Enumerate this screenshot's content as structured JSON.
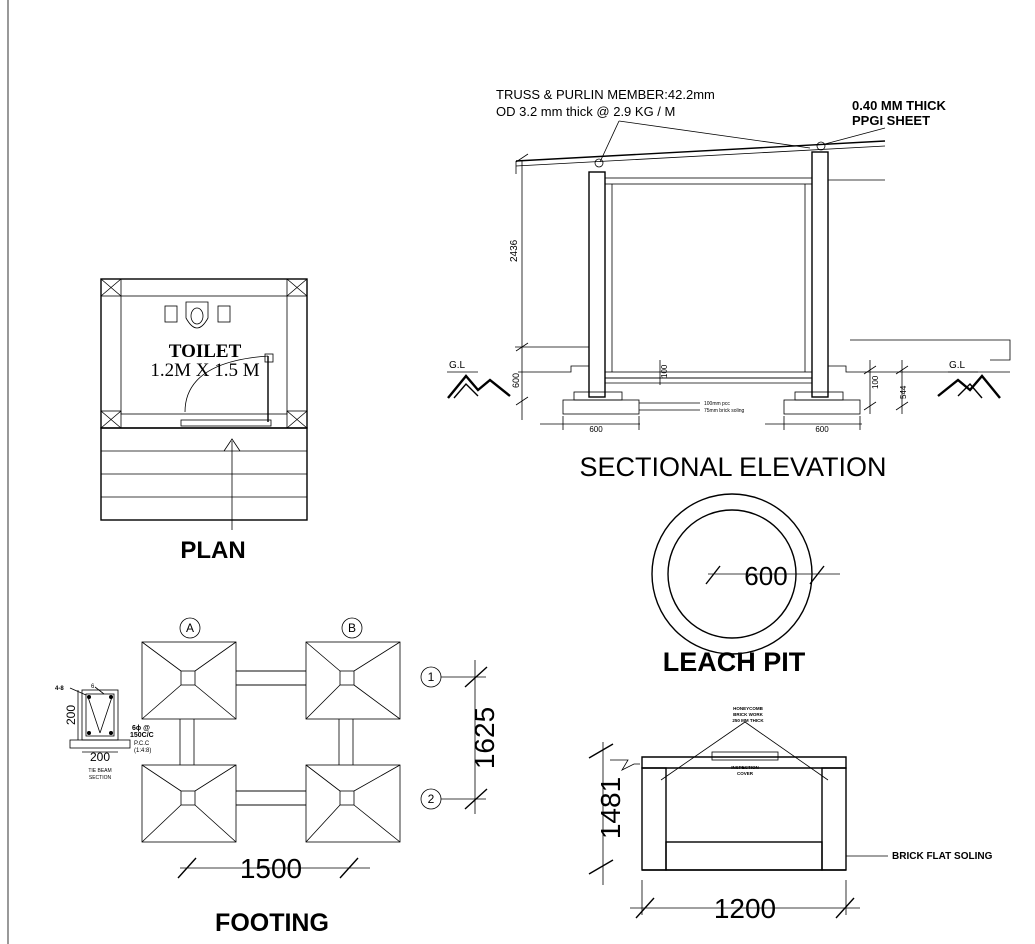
{
  "plan": {
    "title": "PLAN",
    "room_name": "TOILET",
    "room_size": "1.2M X 1.5 M"
  },
  "section": {
    "title": "SECTIONAL ELEVATION",
    "truss_note_1": "TRUSS & PURLIN MEMBER:42.2mm",
    "truss_note_2": "OD 3.2 mm thick @ 2.9 KG / M",
    "sheet_note_1": "0.40 MM THICK",
    "sheet_note_2": "PPGI SHEET",
    "gl_left": "G.L",
    "gl_right": "G.L",
    "dim_height": "2436",
    "dim_plinth": "600",
    "dim_floor": "100",
    "dim_right_1": "100",
    "dim_right_2": "544",
    "dim_footing_left": "600",
    "dim_footing_right": "600",
    "pcc_note": "100mm pcc",
    "soling_note": "75mm brick soling"
  },
  "leach_pit": {
    "title": "LEACH PIT",
    "diameter": "600"
  },
  "footing": {
    "title": "FOOTING",
    "grid_a": "A",
    "grid_b": "B",
    "grid_1": "1",
    "grid_2": "2",
    "dim_horizontal": "1500",
    "dim_vertical": "1625",
    "beam_bars": "4-8",
    "beam_stirrup_top": "6",
    "beam_depth": "200",
    "beam_stirrup_1": "6ϕ @",
    "beam_stirrup_2": "150C/C",
    "pcc_1": "P.C.C",
    "pcc_2": "(1:4:8)",
    "beam_width": "200",
    "beam_label_1": "TIE BEAM",
    "beam_label_2": "SECTION"
  },
  "pit_section": {
    "honeycomb_1": "HONEYCOMB",
    "honeycomb_2": "BRICK WORK",
    "honeycomb_3": "250 MM THICK",
    "cover_1": "INSPECTION",
    "cover_2": "COVER",
    "dim_height": "1481",
    "dim_width": "1200",
    "soling_label": "BRICK FLAT SOLING"
  }
}
